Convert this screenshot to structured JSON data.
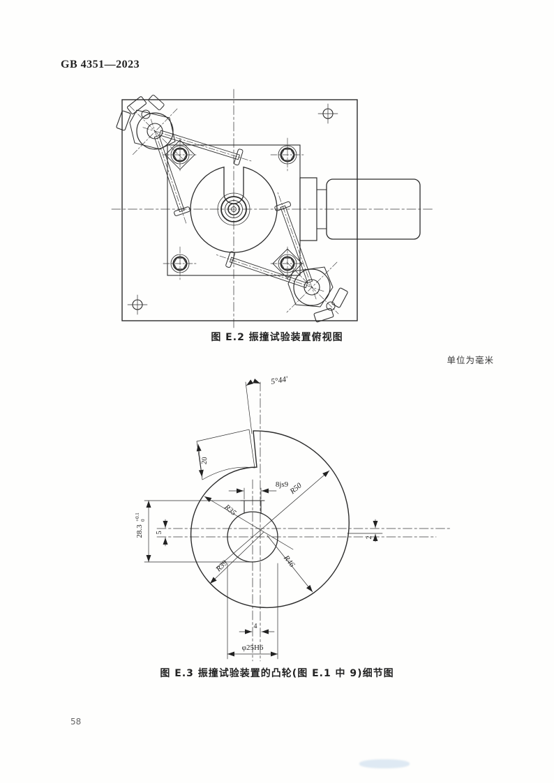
{
  "page": {
    "header": "GB 4351—2023",
    "unit_note": "单位为毫米",
    "page_number": "58"
  },
  "figure_e2": {
    "caption": "图 E.2  振撞试验装置俯视图"
  },
  "figure_e3": {
    "caption": "图 E.3  振撞试验装置的凸轮(图 E.1 中 9)细节图",
    "dims": {
      "angle": "5°44′",
      "step_depth": "20",
      "keyway_width": "8js9",
      "r50": "R50",
      "r35": "R35",
      "r46": "R46",
      "r39": "R39",
      "height_main": "28.3",
      "height_tol_upper": "+0.1",
      "height_tol_lower": "0",
      "eccentric_5": "5",
      "edge_2": "2",
      "key_offset_4": "4",
      "bore": "φ25H6"
    }
  }
}
